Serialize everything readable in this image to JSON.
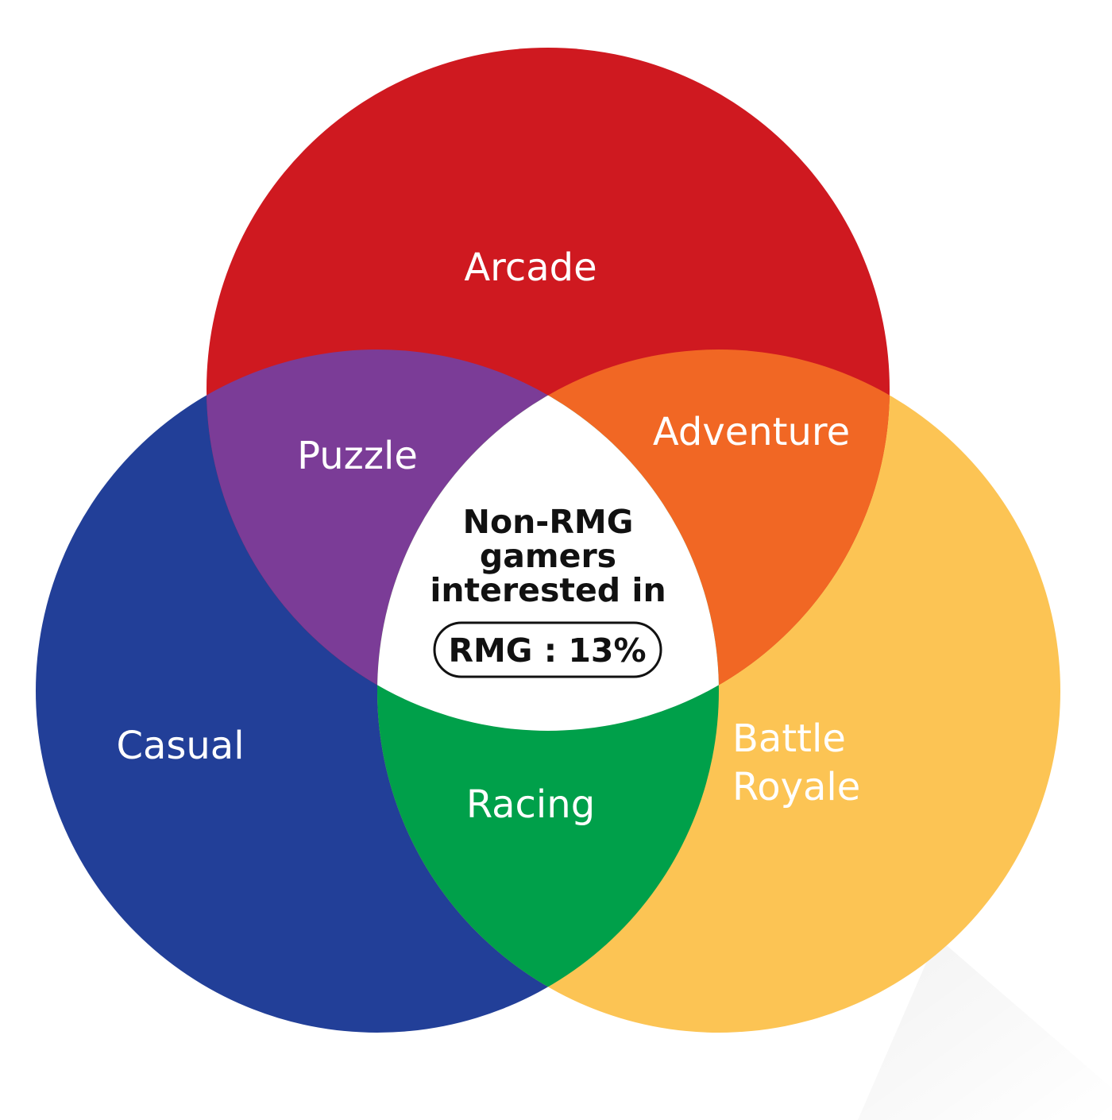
{
  "diagram": {
    "circles": {
      "arcade": {
        "label": "Arcade",
        "color": "#CF1920"
      },
      "casual": {
        "label": "Casual",
        "color": "#223F98"
      },
      "battle_royale": {
        "label_line1": "Battle",
        "label_line2": "Royale",
        "color": "#FCC454"
      }
    },
    "overlaps": {
      "puzzle": {
        "label": "Puzzle",
        "color": "#7B3C97"
      },
      "adventure": {
        "label": "Adventure",
        "color": "#F16724"
      },
      "racing": {
        "label": "Racing",
        "color": "#00A04A"
      }
    },
    "center": {
      "line1": "Non-RMG",
      "line2": "gamers",
      "line3": "interested in",
      "badge": "RMG : 13%",
      "color": "#FFFFFF"
    }
  }
}
